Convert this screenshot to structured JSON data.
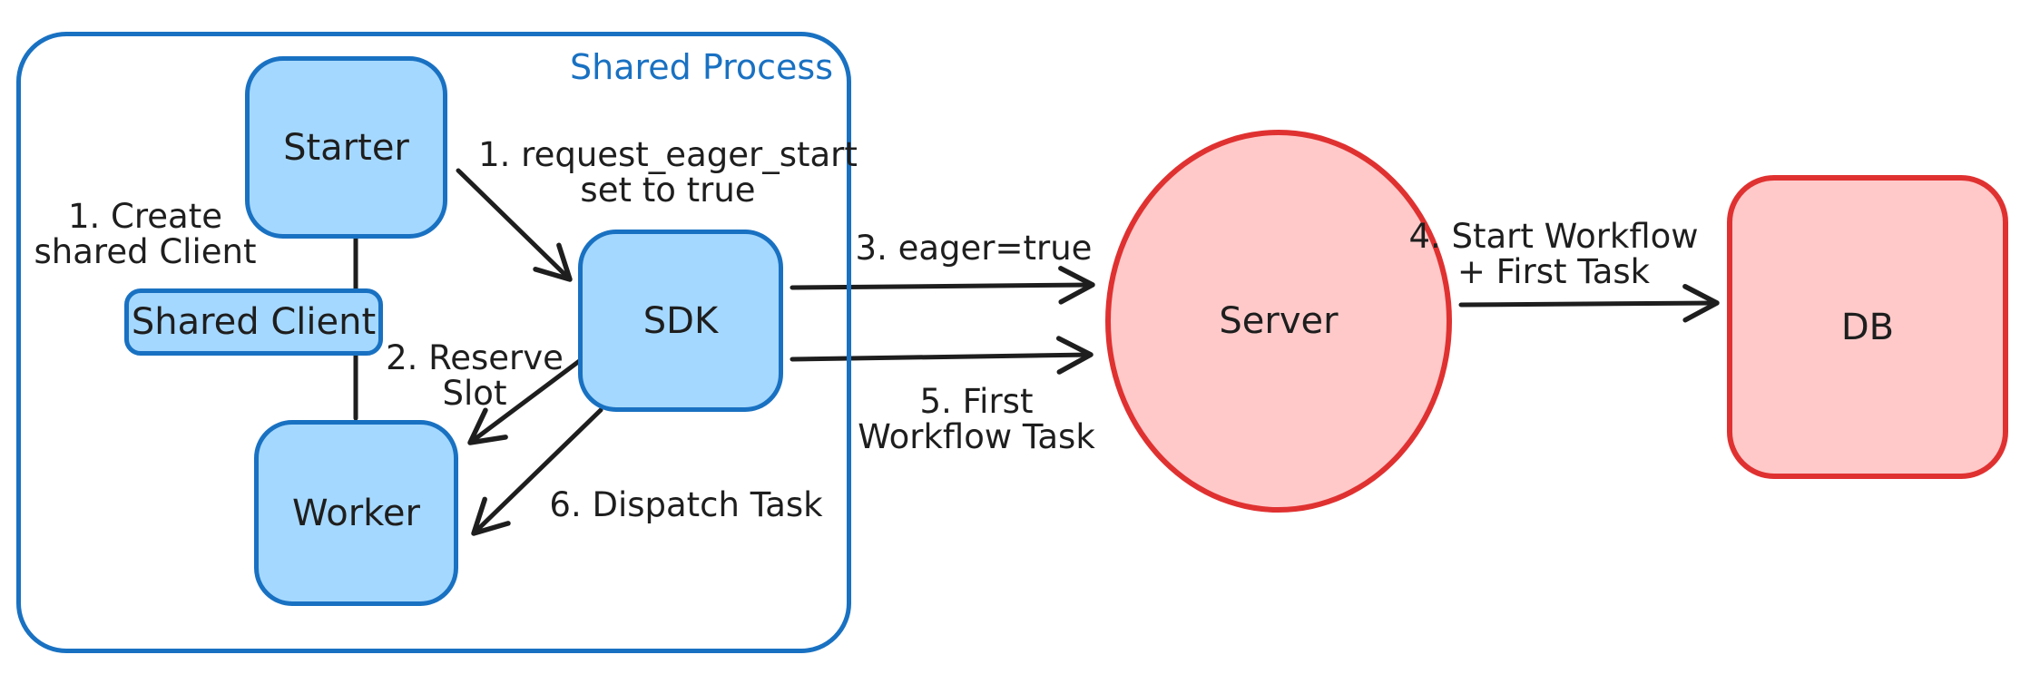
{
  "diagram": {
    "container": {
      "label": "Shared Process"
    },
    "nodes": {
      "starter": {
        "label": "Starter"
      },
      "shared_client": {
        "label": "Shared Client"
      },
      "worker": {
        "label": "Worker"
      },
      "sdk": {
        "label": "SDK"
      },
      "server": {
        "label": "Server"
      },
      "db": {
        "label": "DB"
      }
    },
    "annotations": {
      "create_shared_client": {
        "lines": [
          "1. Create",
          "shared Client"
        ]
      },
      "request_eager_start": {
        "lines": [
          "1. request_eager_start",
          "set to true"
        ]
      },
      "reserve_slot": {
        "lines": [
          "2. Reserve",
          "Slot"
        ]
      },
      "dispatch_task": {
        "lines": [
          "6. Dispatch Task"
        ]
      },
      "eager_true": {
        "lines": [
          "3. eager=true"
        ]
      },
      "first_workflow_task": {
        "lines": [
          "5. First",
          "Workflow Task"
        ]
      },
      "start_workflow": {
        "lines": [
          "4. Start Workflow",
          "+ First Task"
        ]
      }
    },
    "edges": [
      {
        "from": "starter",
        "to": "sdk",
        "annotation": "request_eager_start",
        "arrow": true
      },
      {
        "from": "starter",
        "to": "worker",
        "annotation": "create_shared_client",
        "arrow": false
      },
      {
        "from": "sdk",
        "to": "worker",
        "annotation": "reserve_slot",
        "arrow": true
      },
      {
        "from": "sdk",
        "to": "worker",
        "annotation": "dispatch_task",
        "arrow": true
      },
      {
        "from": "sdk",
        "to": "server",
        "annotation": "eager_true",
        "arrow": true
      },
      {
        "from": "sdk",
        "to": "server",
        "annotation": "first_workflow_task",
        "arrow": true
      },
      {
        "from": "server",
        "to": "db",
        "annotation": "start_workflow",
        "arrow": true
      }
    ],
    "colors": {
      "blue_stroke": "#1971c2",
      "blue_fill": "#a5d8ff",
      "red_stroke": "#e03131",
      "red_fill": "#ffc9c9",
      "ink": "#1e1e1e",
      "background": "#ffffff"
    }
  }
}
